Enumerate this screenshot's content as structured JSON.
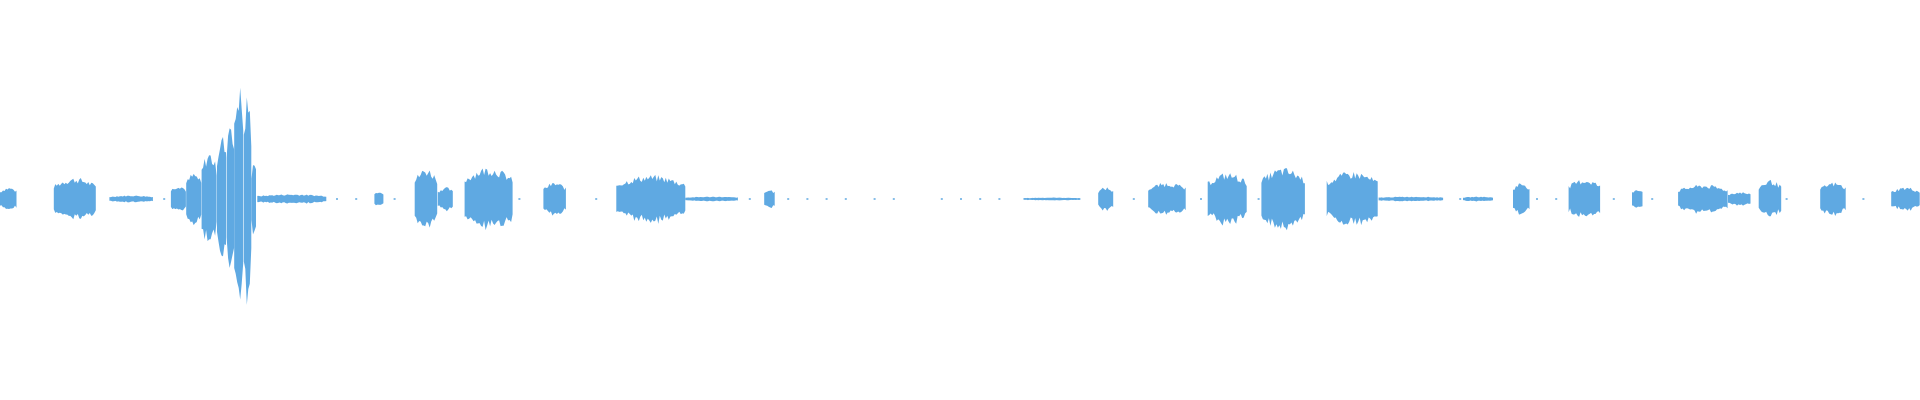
{
  "waveform": {
    "color": "#5fa9e2",
    "background": "#ffffff",
    "duration_fraction_unit": "fraction-of-track",
    "segments": [
      {
        "start": 0.0,
        "end": 0.009,
        "amp": 0.1
      },
      {
        "start": 0.028,
        "end": 0.05,
        "amp": 0.18
      },
      {
        "start": 0.057,
        "end": 0.08,
        "amp": 0.03
      },
      {
        "start": 0.089,
        "end": 0.097,
        "amp": 0.12
      },
      {
        "start": 0.097,
        "end": 0.105,
        "amp": 0.22
      },
      {
        "start": 0.105,
        "end": 0.113,
        "amp": 0.4
      },
      {
        "start": 0.113,
        "end": 0.118,
        "amp": 0.55
      },
      {
        "start": 0.118,
        "end": 0.122,
        "amp": 0.72
      },
      {
        "start": 0.122,
        "end": 0.127,
        "amp": 0.98
      },
      {
        "start": 0.127,
        "end": 0.131,
        "amp": 0.88
      },
      {
        "start": 0.131,
        "end": 0.134,
        "amp": 0.35
      },
      {
        "start": 0.134,
        "end": 0.17,
        "amp": 0.04
      },
      {
        "start": 0.195,
        "end": 0.2,
        "amp": 0.07
      },
      {
        "start": 0.216,
        "end": 0.228,
        "amp": 0.26
      },
      {
        "start": 0.228,
        "end": 0.236,
        "amp": 0.1
      },
      {
        "start": 0.242,
        "end": 0.267,
        "amp": 0.27
      },
      {
        "start": 0.283,
        "end": 0.295,
        "amp": 0.14
      },
      {
        "start": 0.321,
        "end": 0.357,
        "amp": 0.2
      },
      {
        "start": 0.357,
        "end": 0.385,
        "amp": 0.02
      },
      {
        "start": 0.398,
        "end": 0.404,
        "amp": 0.08
      },
      {
        "start": 0.533,
        "end": 0.563,
        "amp": 0.01
      },
      {
        "start": 0.572,
        "end": 0.58,
        "amp": 0.1
      },
      {
        "start": 0.598,
        "end": 0.618,
        "amp": 0.14
      },
      {
        "start": 0.629,
        "end": 0.65,
        "amp": 0.22
      },
      {
        "start": 0.657,
        "end": 0.68,
        "amp": 0.26
      },
      {
        "start": 0.691,
        "end": 0.718,
        "amp": 0.23
      },
      {
        "start": 0.718,
        "end": 0.752,
        "amp": 0.02
      },
      {
        "start": 0.762,
        "end": 0.778,
        "amp": 0.02
      },
      {
        "start": 0.788,
        "end": 0.797,
        "amp": 0.14
      },
      {
        "start": 0.817,
        "end": 0.834,
        "amp": 0.17
      },
      {
        "start": 0.85,
        "end": 0.856,
        "amp": 0.09
      },
      {
        "start": 0.874,
        "end": 0.9,
        "amp": 0.12
      },
      {
        "start": 0.9,
        "end": 0.912,
        "amp": 0.06
      },
      {
        "start": 0.916,
        "end": 0.928,
        "amp": 0.16
      },
      {
        "start": 0.948,
        "end": 0.962,
        "amp": 0.14
      },
      {
        "start": 0.985,
        "end": 1.0,
        "amp": 0.1
      }
    ],
    "noise_dots": [
      0.06,
      0.085,
      0.175,
      0.185,
      0.205,
      0.27,
      0.31,
      0.39,
      0.41,
      0.42,
      0.43,
      0.44,
      0.455,
      0.465,
      0.49,
      0.5,
      0.51,
      0.52,
      0.59,
      0.625,
      0.655,
      0.72,
      0.76,
      0.8,
      0.81,
      0.84,
      0.86,
      0.93,
      0.97
    ]
  }
}
